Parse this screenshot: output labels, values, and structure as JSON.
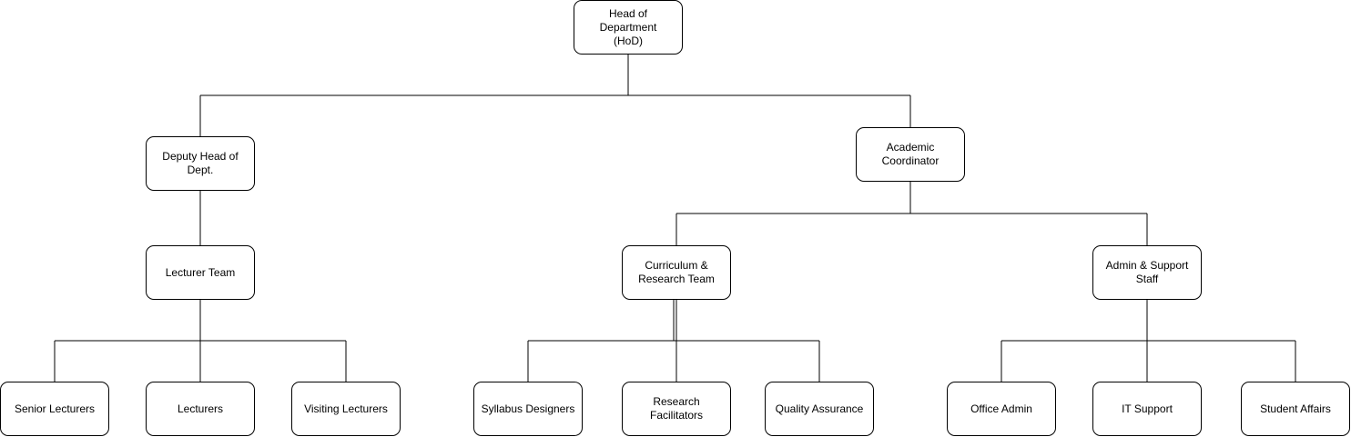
{
  "org_chart": {
    "head": "Head of Department\n(HoD)",
    "deputy_head": "Deputy Head of\nDept.",
    "academic_coordinator": "Academic\nCoordinator",
    "lecturer_team": "Lecturer Team",
    "curriculum_research_team": "Curriculum &\nResearch Team",
    "admin_support_staff": "Admin & Support\nStaff",
    "senior_lecturers": "Senior Lecturers",
    "lecturers": "Lecturers",
    "visiting_lecturers": "Visiting Lecturers",
    "syllabus_designers": "Syllabus Designers",
    "research_facilitators": "Research\nFacilitators",
    "quality_assurance": "Quality Assurance",
    "office_admin": "Office Admin",
    "it_support": "IT Support",
    "student_affairs": "Student Affairs"
  }
}
